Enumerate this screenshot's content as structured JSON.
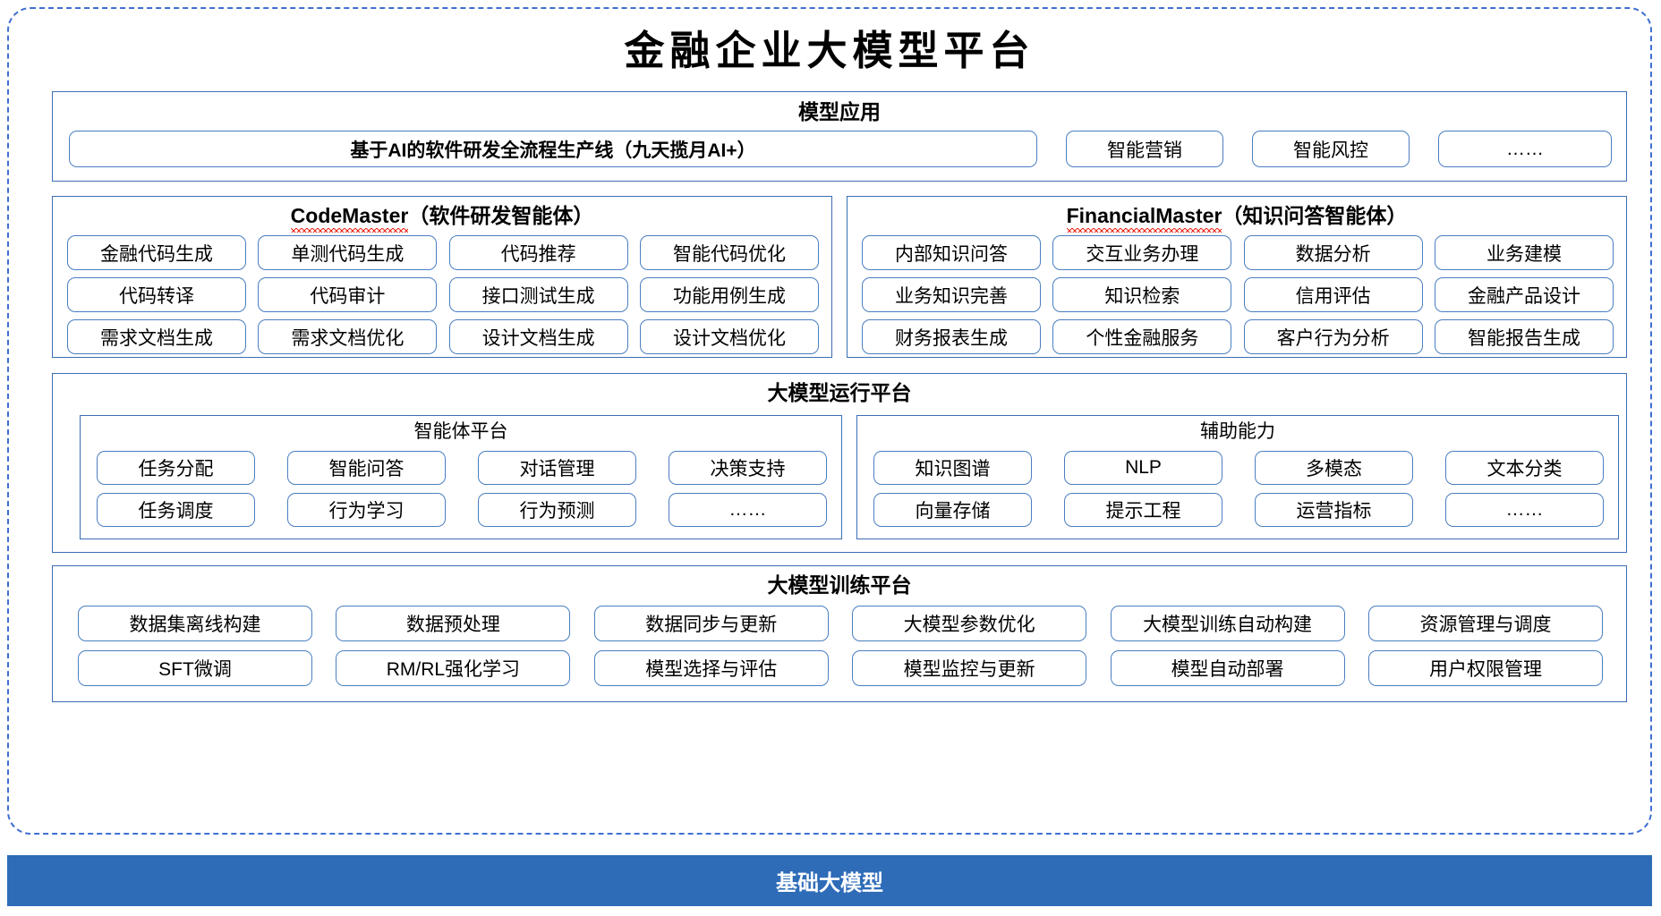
{
  "title": "金融企业大模型平台",
  "model_application": {
    "title": "模型应用",
    "chips": [
      "基于AI的软件研发全流程生产线（九天揽月AI+）",
      "智能营销",
      "智能风控",
      "……"
    ]
  },
  "agents": [
    {
      "name": "CodeMaster",
      "suffix": "（软件研发智能体）",
      "rows": [
        [
          "金融代码生成",
          "单测代码生成",
          "代码推荐",
          "智能代码优化"
        ],
        [
          "代码转译",
          "代码审计",
          "接口测试生成",
          "功能用例生成"
        ],
        [
          "需求文档生成",
          "需求文档优化",
          "设计文档生成",
          "设计文档优化"
        ]
      ]
    },
    {
      "name": "FinancialMaster",
      "suffix": "（知识问答智能体）",
      "rows": [
        [
          "内部知识问答",
          "交互业务办理",
          "数据分析",
          "业务建模"
        ],
        [
          "业务知识完善",
          "知识检索",
          "信用评估",
          "金融产品设计"
        ],
        [
          "财务报表生成",
          "个性金融服务",
          "客户行为分析",
          "智能报告生成"
        ]
      ]
    }
  ],
  "runtime_platform": {
    "title": "大模型运行平台",
    "subpanels": [
      {
        "title": "智能体平台",
        "rows": [
          [
            "任务分配",
            "智能问答",
            "对话管理",
            "决策支持"
          ],
          [
            "任务调度",
            "行为学习",
            "行为预测",
            "……"
          ]
        ]
      },
      {
        "title": "辅助能力",
        "rows": [
          [
            "知识图谱",
            "NLP",
            "多模态",
            "文本分类"
          ],
          [
            "向量存储",
            "提示工程",
            "运营指标",
            "……"
          ]
        ]
      }
    ]
  },
  "training_platform": {
    "title": "大模型训练平台",
    "rows": [
      [
        "数据集离线构建",
        "数据预处理",
        "数据同步与更新",
        "大模型参数优化",
        "大模型训练自动构建",
        "资源管理与调度"
      ],
      [
        "SFT微调",
        "RM/RL强化学习",
        "模型选择与评估",
        "模型监控与更新",
        "模型自动部署",
        "用户权限管理"
      ]
    ]
  },
  "foundation": {
    "label": "基础大模型"
  },
  "colors": {
    "frame_border": "#3f6fd1",
    "panel_border": "#3b6db5",
    "chip_border": "#4a7ec0",
    "foundation_bg": "#2e6cb8",
    "spellcheck": "#e8291c"
  }
}
